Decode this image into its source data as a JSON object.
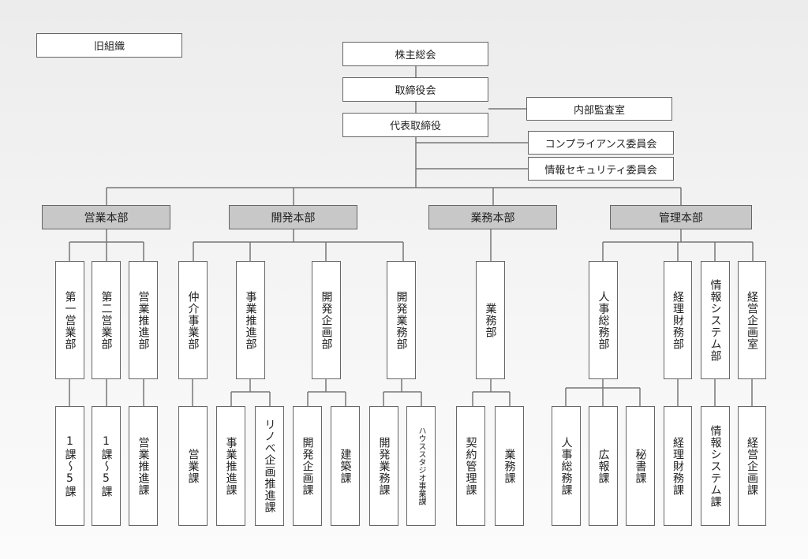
{
  "label": "旧組織",
  "top": [
    "株主総会",
    "取締役会",
    "代表取締役"
  ],
  "committees": [
    "内部監査室",
    "コンプライアンス委員会",
    "情報セキュリティ委員会"
  ],
  "divisions": [
    "営業本部",
    "開発本部",
    "業務本部",
    "管理本部"
  ],
  "departments": [
    "第一営業部",
    "第二営業部",
    "営業推進部",
    "仲介事業部",
    "事業推進部",
    "開発企画部",
    "開発業務部",
    "業務部",
    "人事総務部",
    "経理財務部",
    "情報システム部",
    "経営企画室"
  ],
  "sections": [
    "1課～5課",
    "1課～5課",
    "営業推進課",
    "営業課",
    "事業推進課",
    "リノベ企画推進課",
    "開発企画課",
    "建築課",
    "開発業務課",
    "ハウススタジオ事業課",
    "契約管理課",
    "業務課",
    "人事総務課",
    "広報課",
    "秘書課",
    "経理財務課",
    "情報システム課",
    "経営企画課"
  ]
}
